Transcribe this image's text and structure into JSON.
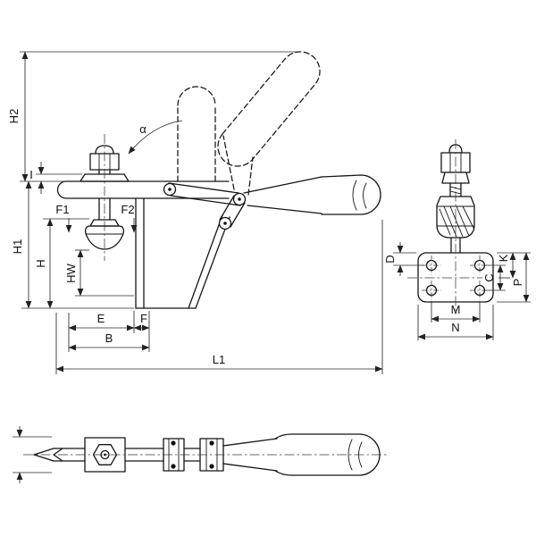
{
  "drawing": {
    "labels": {
      "h2": "H2",
      "h1": "H1",
      "h": "H",
      "hw": "HW",
      "i": "I",
      "f1": "F1",
      "f2": "F2",
      "alpha": "α",
      "e": "E",
      "f": "F",
      "b": "B",
      "l1": "L1",
      "d": "D",
      "c": "C",
      "k": "K",
      "p": "P",
      "m": "M",
      "n": "N"
    },
    "colors": {
      "line": "#151515",
      "dimension": "#2a2a2a",
      "background": "#ffffff"
    }
  }
}
